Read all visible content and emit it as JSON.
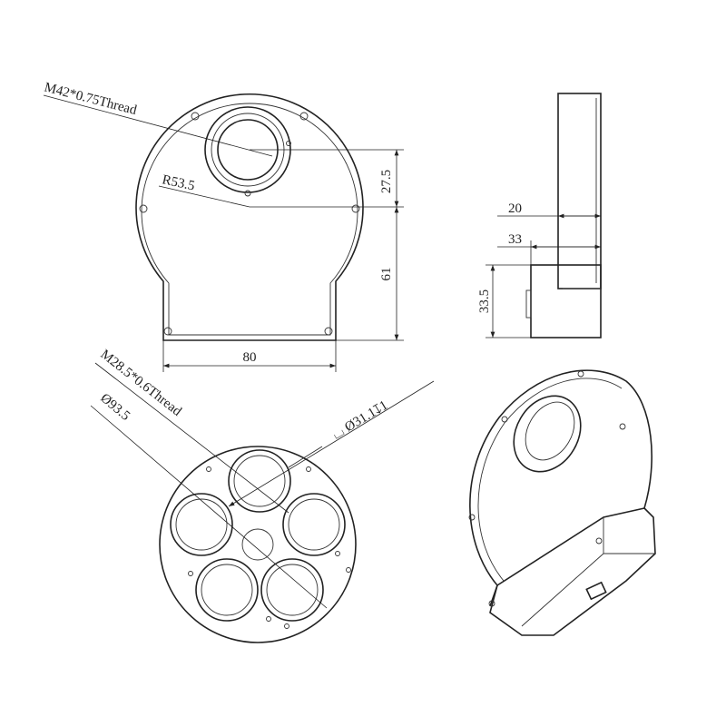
{
  "front_view": {
    "thread_label": "M42*0.75Thread",
    "radius_label": "R53.5",
    "dim_offset": "27.5",
    "dim_height": "61",
    "dim_width": "80"
  },
  "side_view": {
    "dim_depth_top": "20",
    "dim_depth_total": "33",
    "dim_box_height": "33.5"
  },
  "filter_wheel": {
    "thread_label": "M28.5*0.6Thread",
    "diameter_label": "Ø93.5",
    "counterbore_label": "⌴ Ø31.1↧1"
  }
}
